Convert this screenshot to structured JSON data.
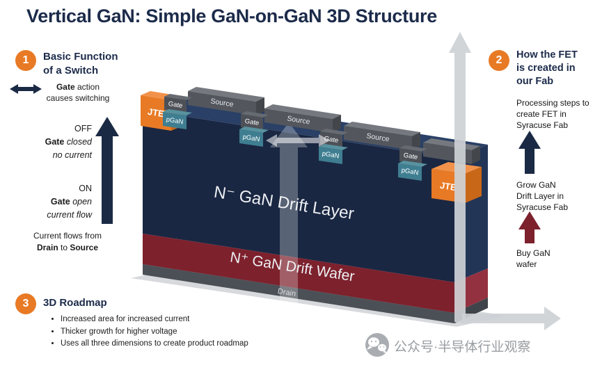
{
  "title": "Vertical GaN: Simple GaN-on-GaN 3D Structure",
  "panel1": {
    "number": "1",
    "heading": "Basic Function\nof a Switch",
    "gate_action": {
      "bold": "Gate",
      "rest": " action",
      "line2": "causes switching"
    },
    "off": {
      "label": "OFF",
      "gate": "Gate",
      "state": " closed",
      "note": "no current"
    },
    "on": {
      "label": "ON",
      "gate": "Gate",
      "state": " open",
      "note": "current flow"
    },
    "current": {
      "line1": "Current flows from",
      "drain": "Drain",
      "to": " to ",
      "source": "Source"
    }
  },
  "panel2": {
    "number": "2",
    "heading": "How the FET\nis created in\nour Fab",
    "processing": "Processing steps to\ncreate FET in\nSyracuse Fab",
    "grow": "Grow GaN\nDrift Layer in\nSyracuse Fab",
    "buy": "Buy GaN\nwafer"
  },
  "panel3": {
    "number": "3",
    "heading": "3D Roadmap",
    "bullets": [
      "Increased area for increased current",
      "Thicker growth for higher voltage",
      "Uses all three dimensions to create product roadmap"
    ]
  },
  "structure": {
    "drift_layer": "N⁻ GaN Drift Layer",
    "wafer": "N⁺ GaN Drift Wafer",
    "drain": "Drain",
    "jte": "JTE",
    "gate": "Gate",
    "pgan": "pGaN",
    "source": "Source"
  },
  "watermark": {
    "text": "公众号·半导体行业观察"
  },
  "colors": {
    "accent_orange": "#e87a25",
    "navy": "#1b2a44",
    "wafer_red": "#7d212d",
    "pgan_teal": "#3f7e91",
    "arrow_gray": "#cdd1d5"
  }
}
